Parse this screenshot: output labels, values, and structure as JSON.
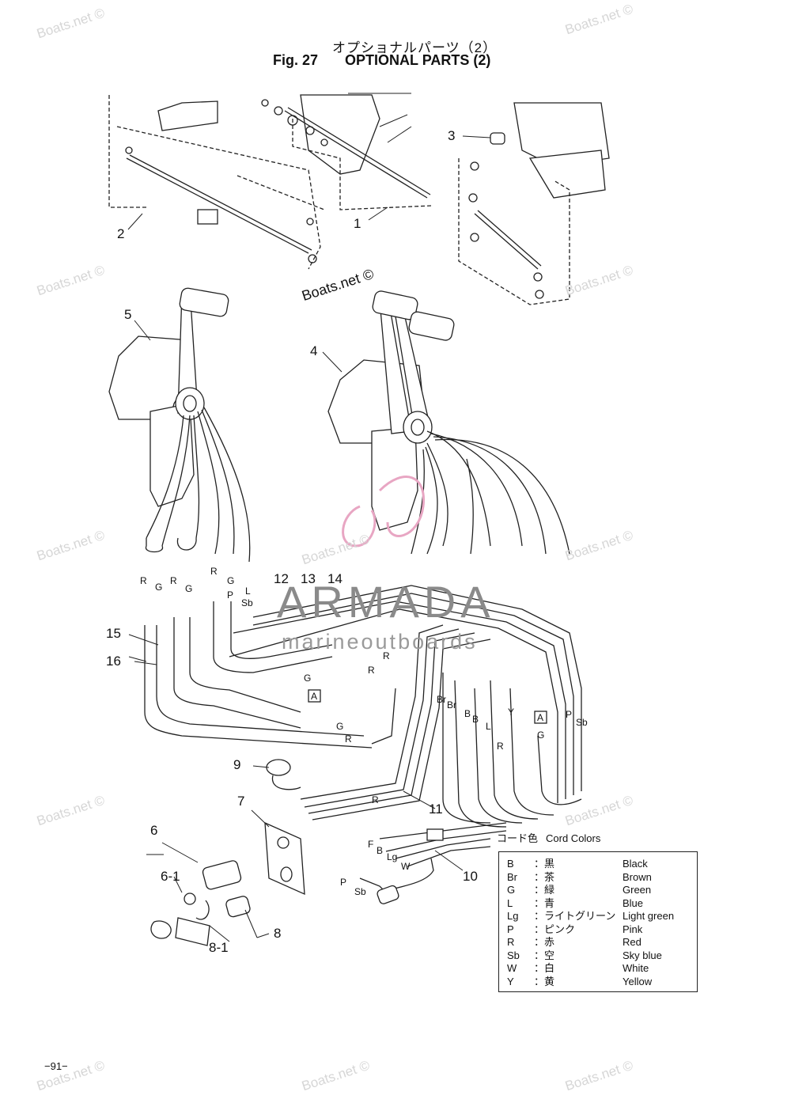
{
  "title": {
    "jp": "オプショナルパーツ（2）",
    "fig": "Fig. 27",
    "en": "OPTIONAL PARTS (2)"
  },
  "callouts": [
    "1",
    "2",
    "3",
    "4",
    "5",
    "6",
    "6-1",
    "7",
    "8",
    "8-1",
    "9",
    "10",
    "11",
    "12",
    "13",
    "14",
    "15",
    "16"
  ],
  "wire_labels": {
    "r1": "R",
    "g1": "G",
    "r2": "R",
    "g2": "G",
    "r3": "R",
    "g3": "G",
    "p1": "P",
    "l1": "L",
    "sb1": "Sb",
    "g4": "G",
    "box1": "A",
    "r4": "R",
    "r5": "R",
    "g5": "G",
    "r6": "R",
    "r7": "R",
    "br1": "Br",
    "br2": "Br",
    "b1": "B",
    "b2": "B",
    "l2": "L",
    "y1": "Y",
    "r8": "R",
    "box2": "A",
    "g6": "G",
    "p2": "P",
    "sb2": "Sb",
    "f1": "F",
    "b3": "B",
    "lg1": "Lg",
    "w1": "W",
    "p3": "P",
    "sb3": "Sb"
  },
  "legend": {
    "title_jp": "コード色",
    "title_en": "Cord Colors",
    "rows": [
      {
        "code": "B",
        "jp": "：黒",
        "en": "Black"
      },
      {
        "code": "Br",
        "jp": "：茶",
        "en": "Brown"
      },
      {
        "code": "G",
        "jp": "：緑",
        "en": "Green"
      },
      {
        "code": "L",
        "jp": "：青",
        "en": "Blue"
      },
      {
        "code": "Lg",
        "jp": "：ライトグリーン",
        "en": "Light green"
      },
      {
        "code": "P",
        "jp": "：ピンク",
        "en": "Pink"
      },
      {
        "code": "R",
        "jp": "：赤",
        "en": "Red"
      },
      {
        "code": "Sb",
        "jp": "：空",
        "en": "Sky blue"
      },
      {
        "code": "W",
        "jp": "：白",
        "en": "White"
      },
      {
        "code": "Y",
        "jp": "：黄",
        "en": "Yellow"
      }
    ]
  },
  "watermarks": {
    "text": "Boats.net ©"
  },
  "overlay": {
    "brand": "ARMADA",
    "sub": "marineoutboards"
  },
  "page_number": "−91−"
}
